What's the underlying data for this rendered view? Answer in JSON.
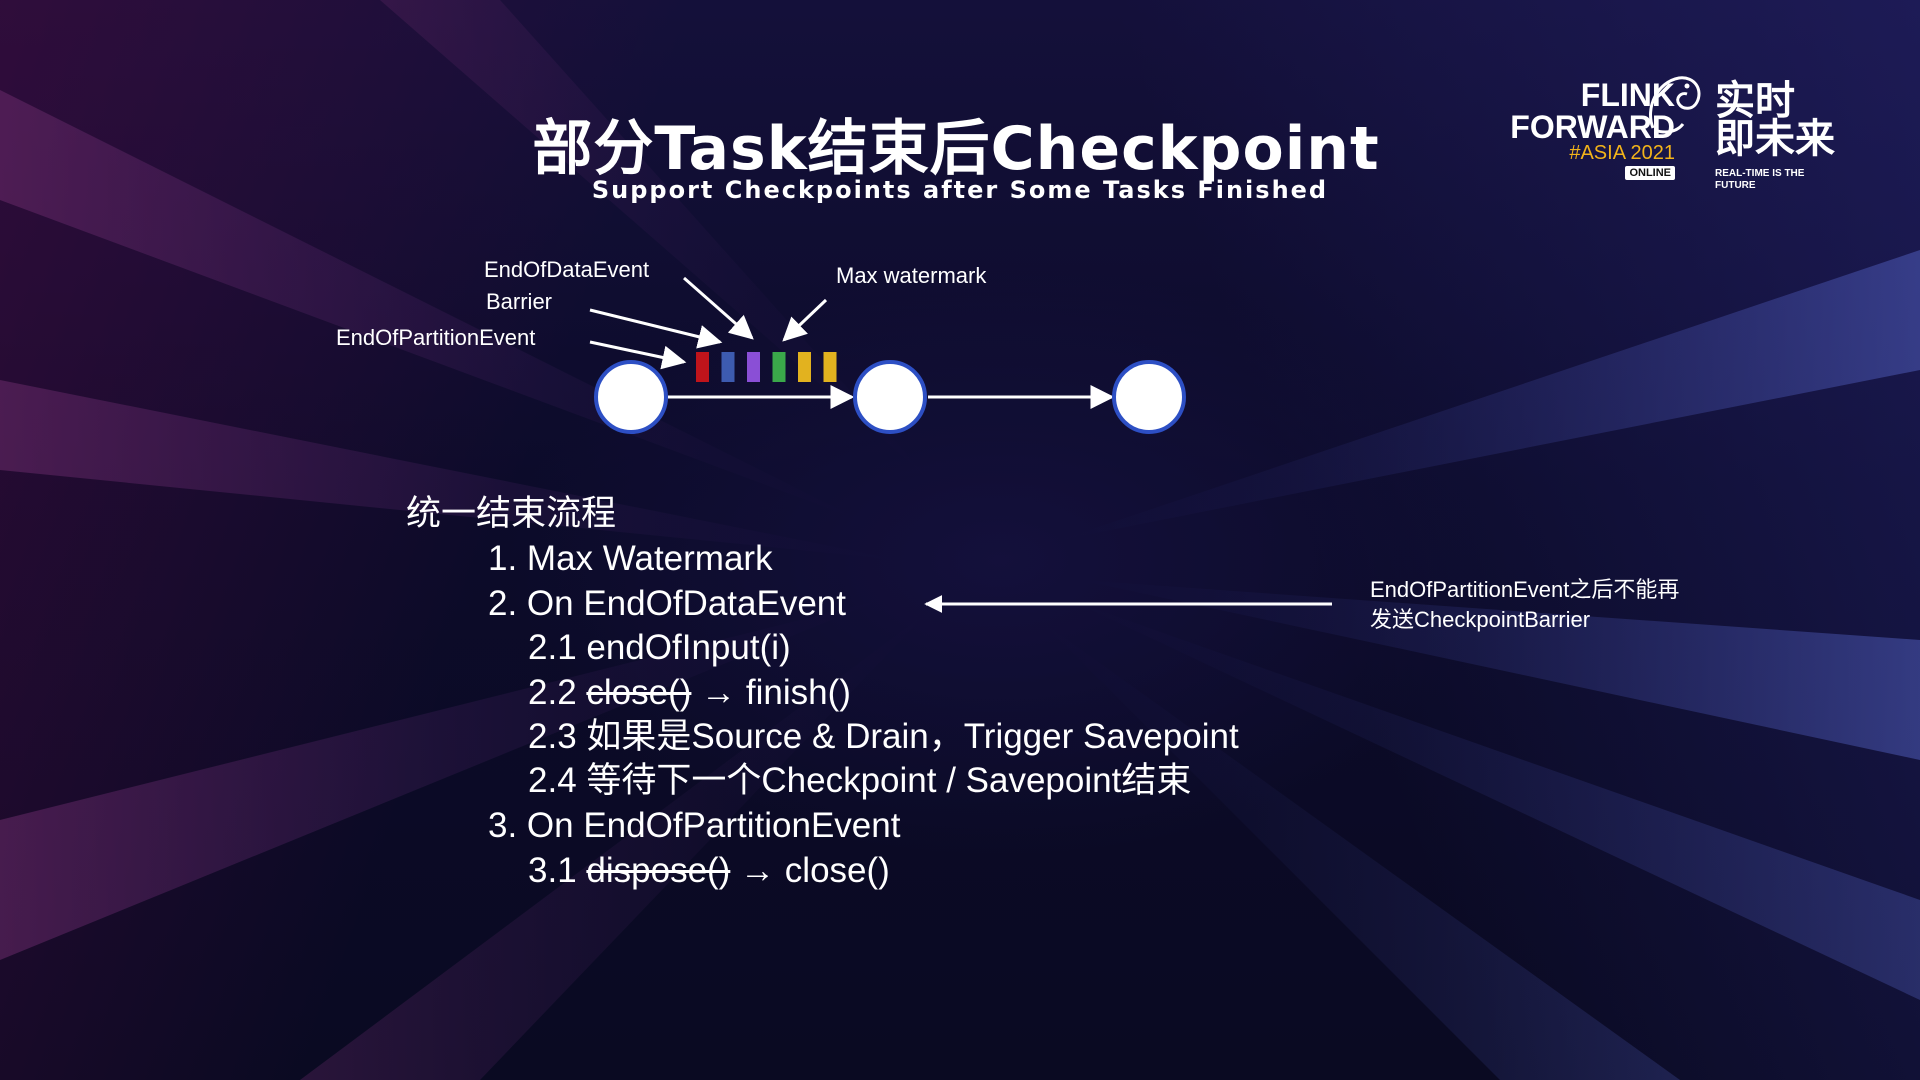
{
  "slide": {
    "title": "部分Task结束后Checkpoint",
    "subtitle": "Support Checkpoints after Some Tasks Finished"
  },
  "logo": {
    "line1": "FLINK",
    "line2": "FORWARD",
    "edition": "#ASIA 2021",
    "badge": "ONLINE",
    "cn_line1": "实时",
    "cn_line2": "即未来",
    "tagline": "REAL-TIME IS THE FUTURE"
  },
  "diagram": {
    "labels": {
      "end_of_data_event": "EndOfDataEvent",
      "barrier": "Barrier",
      "end_of_partition_event": "EndOfPartitionEvent",
      "max_watermark": "Max watermark"
    },
    "event_colors": [
      "#c0141b",
      "#3d5bb0",
      "#8a4fd6",
      "#3aa84a",
      "#e2b21f",
      "#e2b21f"
    ],
    "node_count": 3
  },
  "flow": {
    "heading": "统一结束流程",
    "items": {
      "i1": "1. Max Watermark",
      "i2": "2. On EndOfDataEvent",
      "i21": "2.1 endOfInput(i)",
      "i22_prefix": "2.2 ",
      "i22_old": "close()",
      "i22_arrow": " → ",
      "i22_new": "finish()",
      "i23": "2.3 如果是Source & Drain，Trigger Savepoint",
      "i24": "2.4 等待下一个Checkpoint / Savepoint结束",
      "i3": "3. On EndOfPartitionEvent",
      "i31_prefix": "3.1 ",
      "i31_old": "dispose()",
      "i31_arrow": " → ",
      "i31_new": "close()"
    }
  },
  "note": {
    "line1": "EndOfPartitionEvent之后不能再",
    "line2": "发送CheckpointBarrier"
  }
}
